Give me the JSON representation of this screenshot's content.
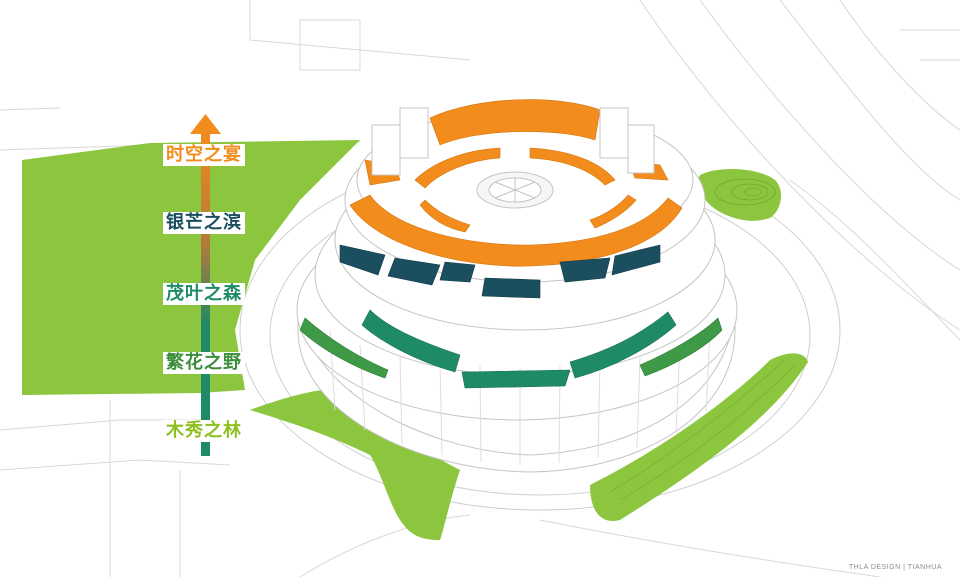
{
  "tiers": [
    {
      "label": "时空之宴",
      "color": "#f28c1c"
    },
    {
      "label": "银芒之滨",
      "color": "#1b4e5e"
    },
    {
      "label": "茂叶之森",
      "color": "#1e8a67"
    },
    {
      "label": "繁花之野",
      "color": "#3c8e3c"
    },
    {
      "label": "木秀之林",
      "color": "#8dbf1e"
    }
  ],
  "credit": "THLA DESIGN | TIANHUA",
  "colors": {
    "landscape_green": "#8cc63f",
    "orange": "#f28c1c",
    "dark_teal": "#1b4e5e",
    "teal_green": "#1e8a67",
    "mid_green": "#3f9a47",
    "outline_gray": "#c8c8c8"
  }
}
